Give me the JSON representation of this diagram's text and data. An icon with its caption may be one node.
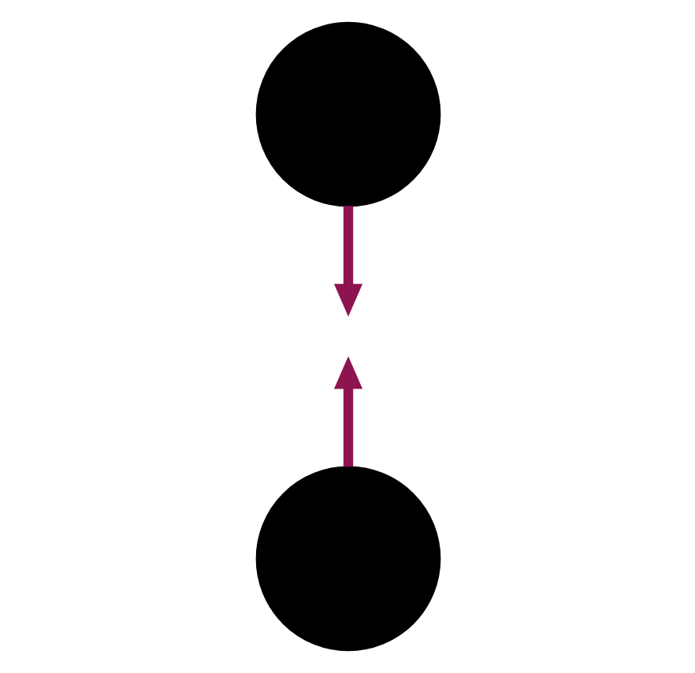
{
  "diagram": {
    "nodes": [
      {
        "text": [],
        "shape": "circle"
      },
      {
        "text": [],
        "shape": "circle"
      }
    ],
    "edges": [
      {
        "from": 0,
        "to": null,
        "arrow": "to",
        "color": "#8e1450"
      },
      {
        "from": 1,
        "to": null,
        "arrow": "to",
        "color": "#8e1450"
      }
    ]
  }
}
